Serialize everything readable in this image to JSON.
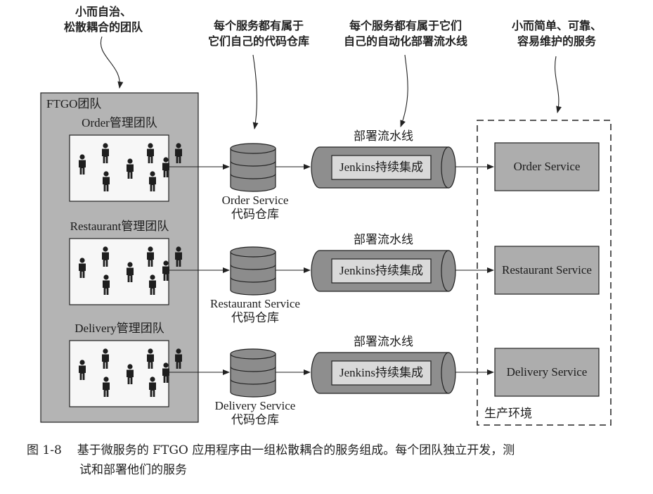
{
  "callouts": {
    "teams": [
      "小而自治、",
      "松散耦合的团队"
    ],
    "repos": [
      "每个服务都有属于",
      "它们自己的代码仓库"
    ],
    "pipelines": [
      "每个服务都有属于它们",
      "自己的自动化部署流水线"
    ],
    "services": [
      "小而简单、可靠、",
      "容易维护的服务"
    ]
  },
  "ftgo_team": {
    "title": "FTGO团队"
  },
  "rows": [
    {
      "team_label": "Order管理团队",
      "repo_label": [
        "Order Service",
        "代码仓库"
      ],
      "pipeline_label": "部署流水线",
      "ci_label": "Jenkins持续集成",
      "service_label": "Order Service",
      "people_count": 8
    },
    {
      "team_label": "Restaurant管理团队",
      "repo_label": [
        "Restaurant Service",
        "代码仓库"
      ],
      "pipeline_label": "部署流水线",
      "ci_label": "Jenkins持续集成",
      "service_label": "Restaurant Service",
      "people_count": 8
    },
    {
      "team_label": "Delivery管理团队",
      "repo_label": [
        "Delivery Service",
        "代码仓库"
      ],
      "pipeline_label": "部署流水线",
      "ci_label": "Jenkins持续集成",
      "service_label": "Delivery Service",
      "people_count": 8
    }
  ],
  "production": {
    "label": "生产环境"
  },
  "caption": {
    "number": "图 1-8",
    "line1": "基于微服务的 FTGO 应用程序由一组松散耦合的服务组成。每个团队独立开发，测",
    "line2": "试和部署他们的服务"
  },
  "colors": {
    "team_bg": "#b4b4b4",
    "service_bg": "#adadad",
    "db_fill": "#8c8c8c",
    "pipe_fill": "#8e8e8e",
    "ci_box": "#d9d9d9",
    "people_box": "#f7f7f7",
    "stroke": "#222222"
  }
}
